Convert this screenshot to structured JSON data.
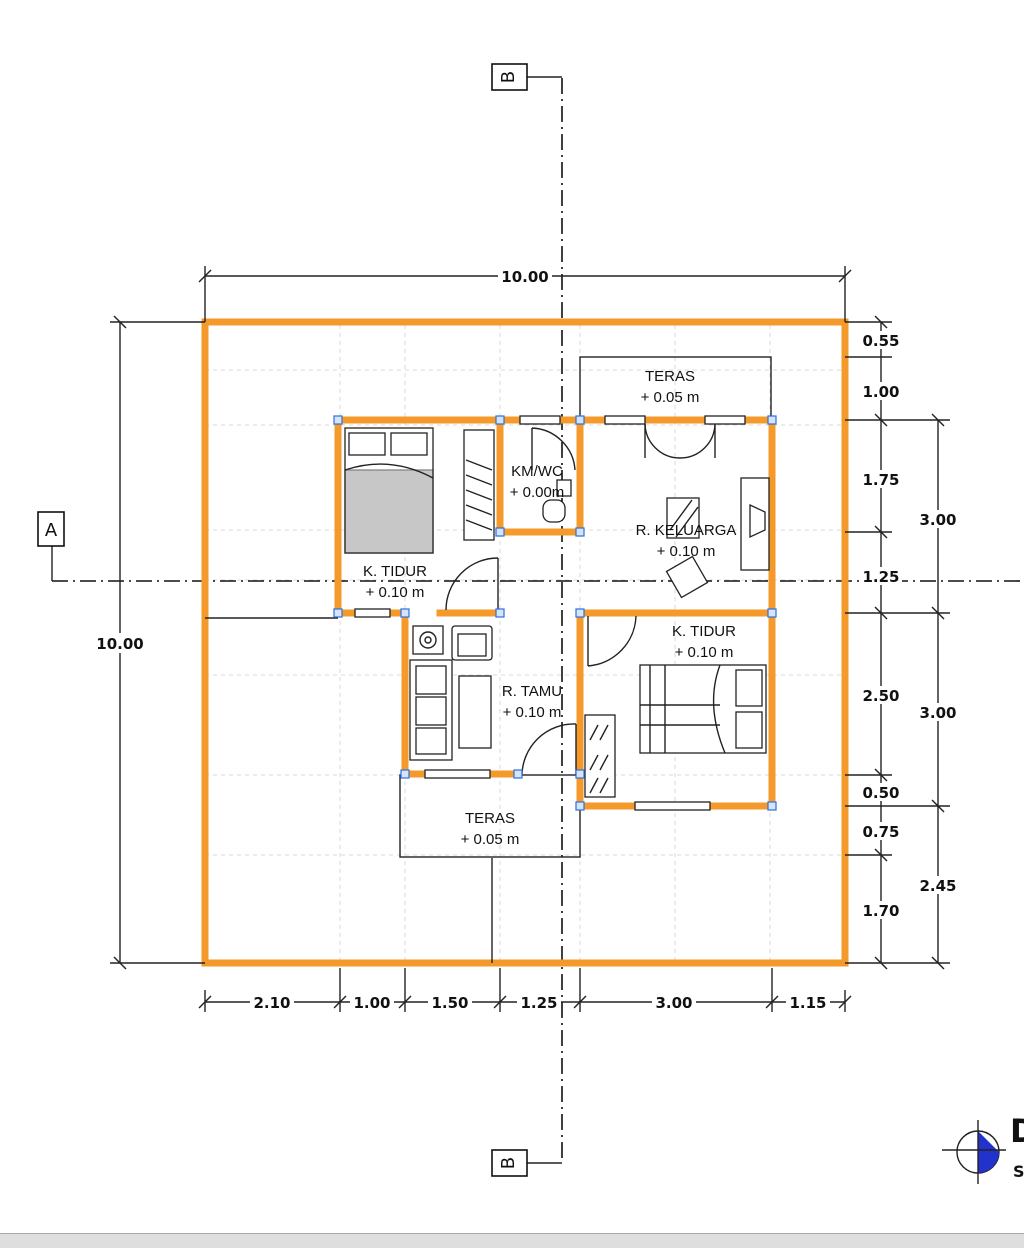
{
  "section_markers": {
    "b_top": "B",
    "b_bottom": "B",
    "a_left": "A"
  },
  "rooms": [
    {
      "name": "TERAS",
      "level": "+ 0.05 m"
    },
    {
      "name": "KM/WC",
      "level": "+ 0.00m"
    },
    {
      "name": "R. KELUARGA",
      "level": "+ 0.10 m"
    },
    {
      "name": "K. TIDUR",
      "level": "+ 0.10 m"
    },
    {
      "name": "K. TIDUR",
      "level": "+ 0.10 m"
    },
    {
      "name": "R. TAMU",
      "level": "+ 0.10 m"
    },
    {
      "name": "TERAS",
      "level": "+ 0.05 m"
    }
  ],
  "dimensions": {
    "top_total": "10.00",
    "left_total": "10.00",
    "bottom": [
      "2.10",
      "1.00",
      "1.50",
      "1.25",
      "3.00",
      "1.15"
    ],
    "right_inner": [
      "0.55",
      "1.00",
      "1.75",
      "1.25",
      "2.50",
      "0.50",
      "0.75",
      "1.70"
    ],
    "right_outer": [
      "3.00",
      "3.00",
      "2.45"
    ]
  },
  "title_block": {
    "letter": "D",
    "sub_letter": "S"
  },
  "colors": {
    "wall": "#f39a2b",
    "column_marker": "#2f6fd8",
    "north_fill": "#2233cc"
  }
}
